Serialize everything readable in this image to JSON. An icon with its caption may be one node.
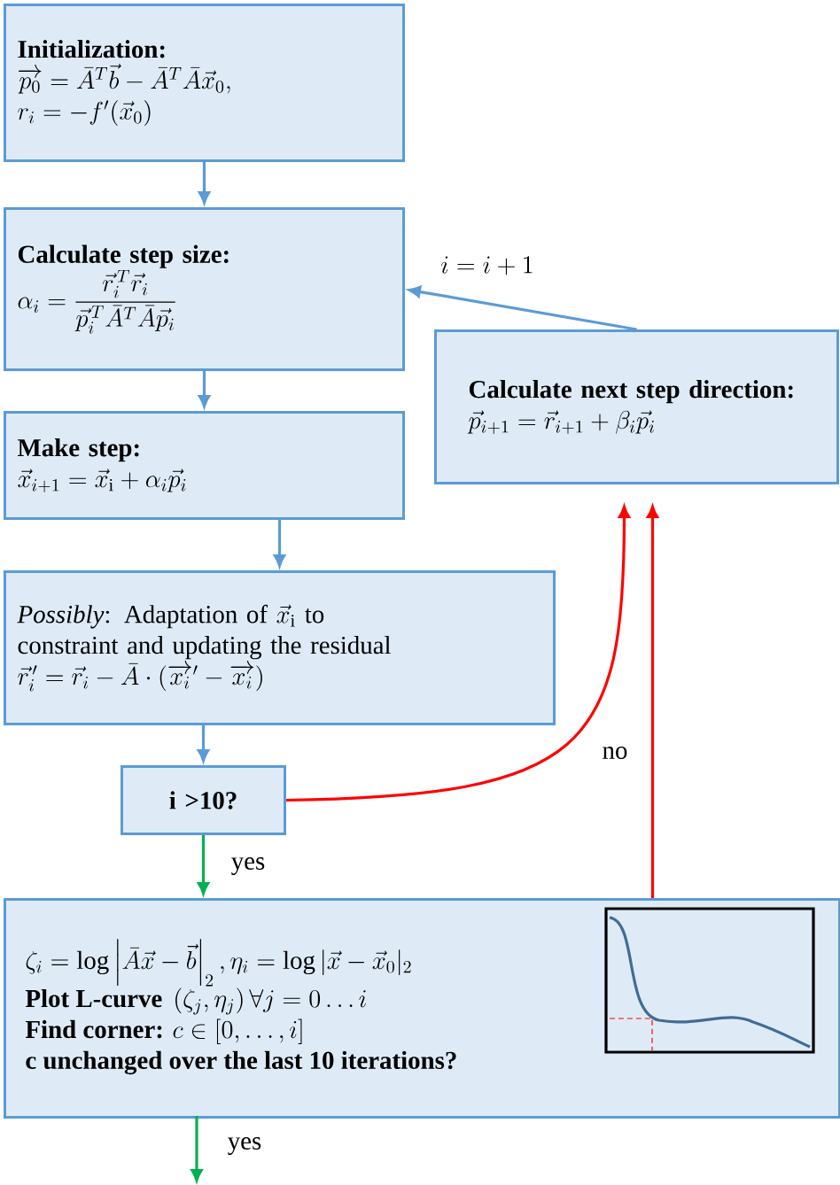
{
  "diagram": {
    "nodes": [
      {
        "text": [
          "Initialization:",
          "\\overrightarrow{p_0} = \\bar{A}^T\\vec{b} - \\bar{A}^T\\bar{A}\\vec{x}_0,",
          "r_i = -f'(\\vec{x}_0)"
        ]
      },
      {
        "text": [
          "Calculate step size:",
          "\\alpha_i = \\frac{\\vec{r}_i^{\\,T}\\vec{r}_i}{\\vec{p}_i^{\\,T}\\bar{A}^T\\bar{A}\\vec{p}_i}"
        ]
      },
      {
        "text": [
          "Make step:",
          "\\vec{x}_{i+1} = \\vec{x}_{\\mathrm{i}} + \\alpha_i\\vec{p}_i"
        ]
      },
      {
        "text": [
          "\\textit{Possibly}\\text{: Adaptation of }\\vec{x}_{\\mathrm{i}}\\text{ to}\\allowbreak\\ \\text{constraint and updating the residual}",
          "\\vec{r}_i^{\\,\\prime} = \\vec{r}_i - \\bar{A}\\cdot(\\overrightarrow{x_i}^{\\prime} - \\overrightarrow{x_i})"
        ]
      },
      {
        "text": [
          "i >10?"
        ]
      },
      {
        "text": [
          "\\zeta_i = \\log\\left|\\bar{A}\\vec{x} - \\vec{b}\\right|_2, \\eta_i = \\log|\\vec{x} - \\vec{x}_0|_2",
          "\\textbf{Plot L-curve }\\left(\\zeta_j,\\eta_j\\right)\\forall j = 0\\ldots i",
          "\\textbf{Find corner: }c\\in[0,\\ldots,i]",
          "c unchanged over the last 10 iterations?"
        ]
      },
      {
        "text": [
          "Calculate next step direction:",
          "\\vec{p}_{i+1} = \\vec{r}_{i+1} + \\beta_i\\vec{p}_i"
        ]
      }
    ],
    "edges": [
      {
        "from": 0,
        "to": 1,
        "arrow": "to"
      },
      {
        "from": 1,
        "to": 2,
        "arrow": "to"
      },
      {
        "from": 2,
        "to": 3,
        "arrow": "to"
      },
      {
        "from": 3,
        "to": 4,
        "arrow": "to"
      },
      {
        "from": 4,
        "to": 6,
        "arrow": "to",
        "label": "no",
        "color": "#ff0000"
      },
      {
        "from": 4,
        "to": 5,
        "arrow": "to",
        "label": "yes",
        "color": "#00b050"
      },
      {
        "from": 5,
        "to": 6,
        "arrow": "to",
        "color": "#ff0000"
      },
      {
        "from": 6,
        "to": 1,
        "arrow": "to",
        "label": "i = i + 1"
      },
      {
        "from": 5,
        "to": null,
        "arrow": "to",
        "label": "yes",
        "color": "#00b050"
      }
    ]
  }
}
